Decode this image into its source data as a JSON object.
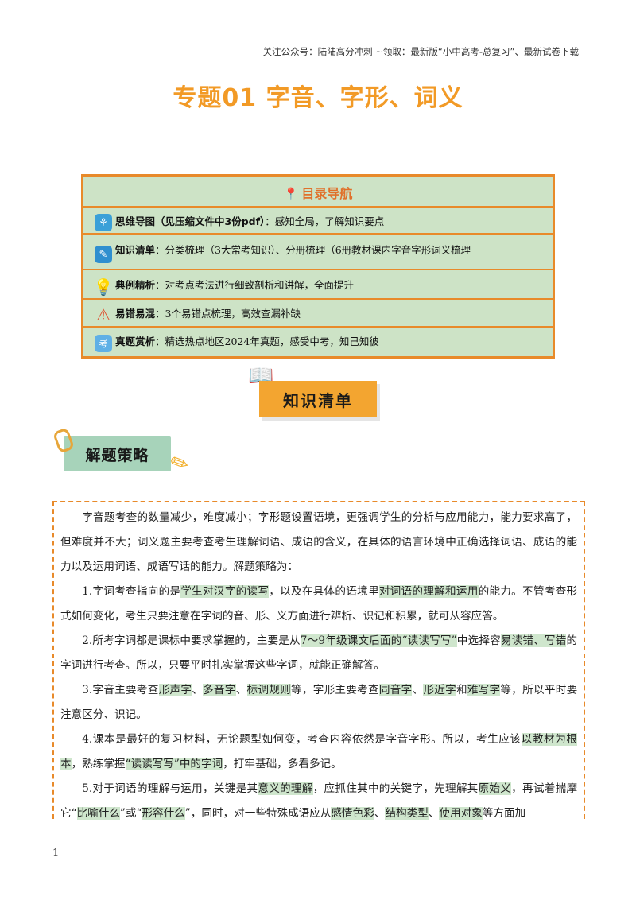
{
  "header_note": "关注公众号：陆陆高分冲刺 ~领取：最新版“小中高考-总复习”、最新试卷下载",
  "title": "专题01  字音、字形、词义",
  "toc": {
    "heading": "目录导航",
    "items": [
      {
        "icon": "brain-icon",
        "label": "思维导图（见压缩文件中3份pdf）",
        "desc": "：感知全局，了解知识要点"
      },
      {
        "icon": "notebook-icon",
        "label": "知识清单",
        "desc": "：分类梳理（3大常考知识）、分册梳理（6册教材课内字音字形词义梳理"
      },
      {
        "icon": "lightbulb-icon",
        "label": "典例精析",
        "desc": "：对考点考法进行细致剖析和讲解，全面提升"
      },
      {
        "icon": "warning-icon",
        "label": "易错易混",
        "desc": "：3个易错点梳理，高效查漏补缺"
      },
      {
        "icon": "kao-icon",
        "label": "真题赏析",
        "desc": "：精选热点地区2024年真题，感受中考，知己知彼"
      }
    ]
  },
  "section_banner": "知识清单",
  "strategy_label": "解题策略",
  "paragraphs": {
    "p0": "字音题考查的数量减少，难度减小；字形题设置语境，更强调学生的分析与应用能力，能力要求高了，但难度并不大；词义题主要考查考生理解词语、成语的含义，在具体的语言环境中正确选择词语、成语的能力以及运用词语、成语写话的能力。解题策略为：",
    "p1a": "1.字词考查指向的是",
    "p1b": "学生对汉字的读写",
    "p1c": "，以及在具体的语境里",
    "p1d": "对词语的理解和运用",
    "p1e": "的能力。不管考查形式如何变化，考生只要注意在字词的音、形、义方面进行辨析、识记和积累，就可从容应答。",
    "p2a": "2.所考字词都是课标中要求掌握的，主要是从",
    "p2b": "7～9年级课文后面的“读读写写”",
    "p2c": "中选择容",
    "p2d": "易读错、写错",
    "p2e": "的字词进行考查。所以，只要平时扎实掌握这些字词，就能正确解答。",
    "p3a": "3.字音主要考查",
    "p3b": "形声字",
    "p3c": "、",
    "p3d": "多音字",
    "p3e": "、",
    "p3f": "标调规则",
    "p3g": "等，字形主要考查",
    "p3h": "同音字",
    "p3i": "、",
    "p3j": "形近字",
    "p3k": "和",
    "p3l": "难写字",
    "p3m": "等，所以平时要注意区分、识记。",
    "p4a": "4.课本是最好的复习材料，无论题型如何变，考查内容依然是字音字形。所以，考生应该",
    "p4b": "以教材为根本",
    "p4c": "，熟练掌握",
    "p4d": "“读读写写”中的字词",
    "p4e": "，打牢基础，多看多记。",
    "p5a": "5.对于词语的理解与运用，关键是其",
    "p5b": "意义的理解",
    "p5c": "，应抓住其中的关键字，先理解其",
    "p5d": "原始义",
    "p5e": "，再试着揣摩它“",
    "p5f": "比喻什么",
    "p5g": "”或“",
    "p5h": "形容什么",
    "p5i": "”，同时，对一些特殊成语应从",
    "p5j": "感情色彩",
    "p5k": "、",
    "p5l": "结构类型",
    "p5m": "、",
    "p5n": "使用对象",
    "p5o": "等方面加"
  },
  "page_number": "1"
}
